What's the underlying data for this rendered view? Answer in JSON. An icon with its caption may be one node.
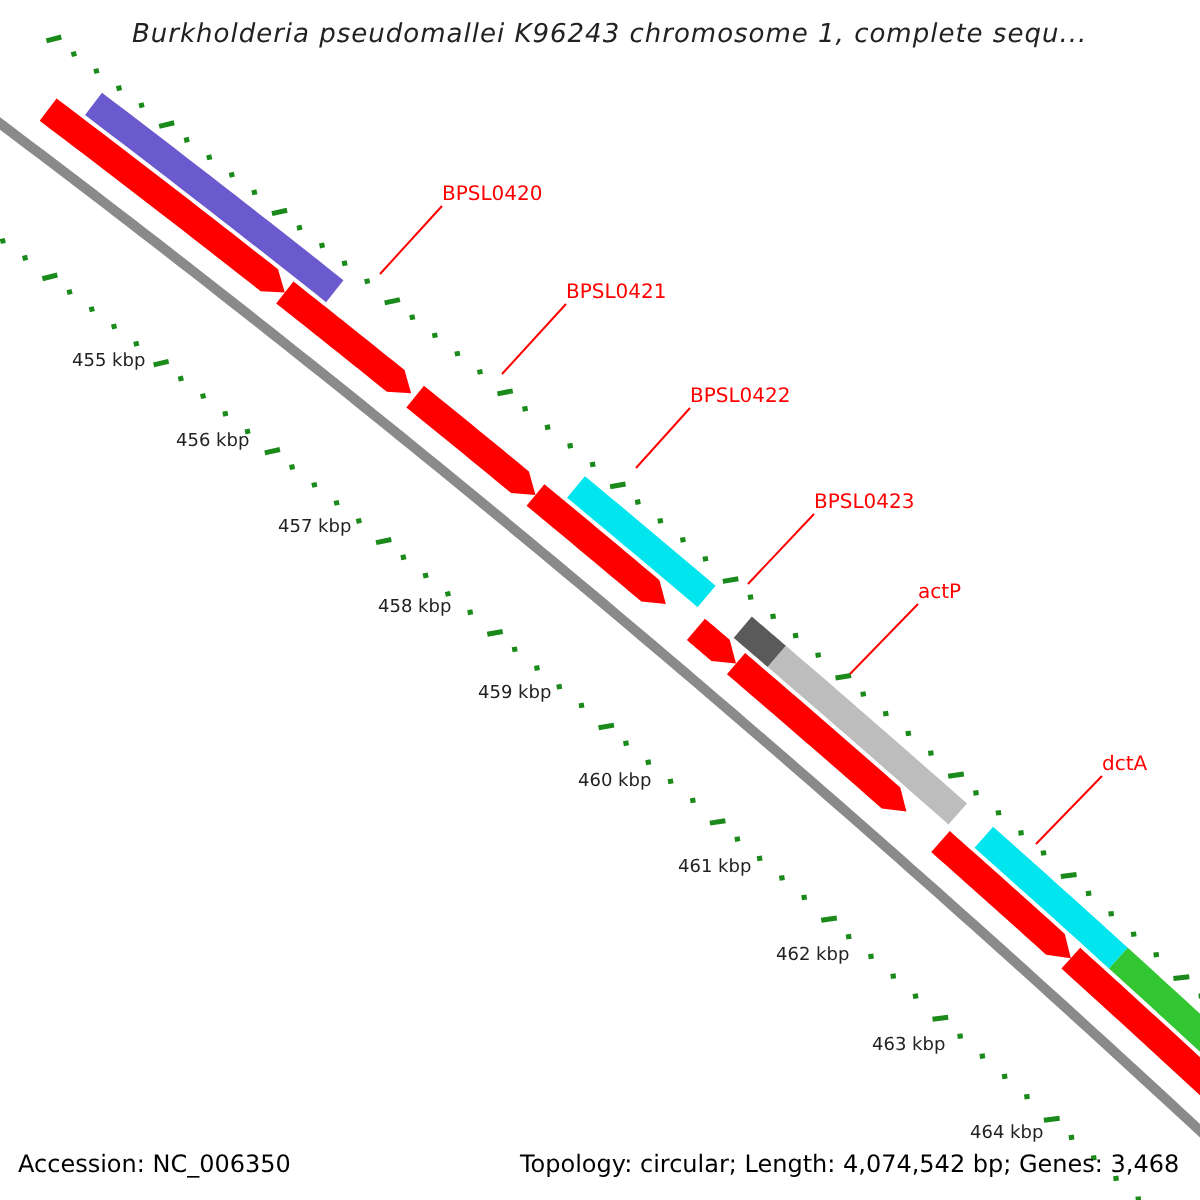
{
  "diagram": {
    "title": "Burkholderia pseudomallei K96243 chromosome 1, complete sequ...",
    "nodes": [
      {
        "text": [
          "BPSL0420"
        ]
      },
      {
        "text": [
          "BPSL0421"
        ]
      },
      {
        "text": [
          "BPSL0422"
        ]
      },
      {
        "text": [
          "BPSL0423"
        ]
      },
      {
        "text": [
          "actP"
        ]
      },
      {
        "text": [
          "dctA"
        ]
      }
    ],
    "edges": [
      {
        "from": 0,
        "to": null,
        "arrow": "none"
      },
      {
        "from": 1,
        "to": null,
        "arrow": "none"
      },
      {
        "from": 2,
        "to": null,
        "arrow": "none"
      },
      {
        "from": 3,
        "to": null,
        "arrow": "none"
      },
      {
        "from": 4,
        "to": null,
        "arrow": "none"
      },
      {
        "from": 5,
        "to": null,
        "arrow": "none"
      }
    ],
    "labels": [
      "455 kbp",
      "456 kbp",
      "457 kbp",
      "458 kbp",
      "459 kbp",
      "460 kbp",
      "461 kbp",
      "462 kbp",
      "463 kbp",
      "464 kbp",
      "Accession: NC_006350",
      "Topology: circular; Length: 4,074,542 bp; Genes: 3,468"
    ]
  }
}
